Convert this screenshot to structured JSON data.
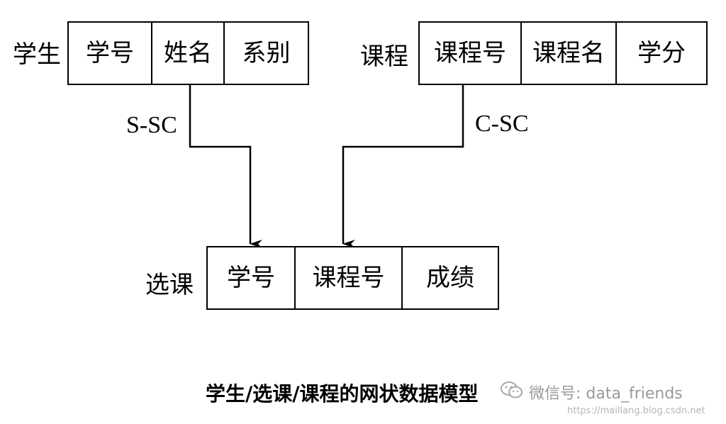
{
  "student": {
    "name": "学生",
    "fields": [
      "学号",
      "姓名",
      "系别"
    ]
  },
  "course": {
    "name": "课程",
    "fields": [
      "课程号",
      "课程名",
      "学分"
    ]
  },
  "enrollment": {
    "name": "选课",
    "fields": [
      "学号",
      "课程号",
      "成绩"
    ]
  },
  "links": {
    "s_sc": "S-SC",
    "c_sc": "C-SC"
  },
  "caption": "学生/选课/课程的网状数据模型",
  "watermark": {
    "wechat": "微信号: data_friends",
    "url": "https://maillang.blog.csdn.net"
  }
}
